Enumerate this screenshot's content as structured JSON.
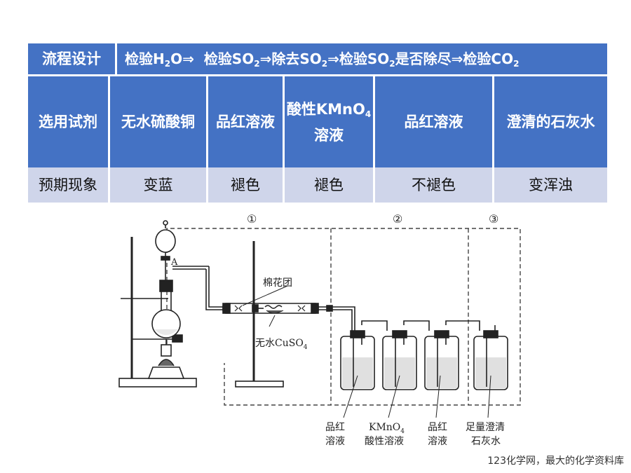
{
  "table": {
    "row1": {
      "header": "流程设计",
      "flow": {
        "s1": "检验H",
        "s1_sub": "2",
        "s1_tail": "O⇒",
        "s2": "检验SO",
        "s2_sub": "2",
        "s2_tail": "⇒除去SO",
        "s3_sub": "2",
        "s3_tail": "⇒检验SO",
        "s4_sub": "2",
        "s4_tail": "是否除尽⇒检验CO",
        "s5_sub": "2"
      }
    },
    "row2": {
      "header": "选用试剂",
      "c1": "无水硫酸铜",
      "c2": "品红溶液",
      "c3_line1": "酸性KMnO",
      "c3_sub": "4",
      "c3_line2": "溶液",
      "c4": "品红溶液",
      "c5": "澄清的石灰水"
    },
    "row3": {
      "header": "预期现象",
      "c1": "变蓝",
      "c2": "褪色",
      "c3": "褪色",
      "c4": "不褪色",
      "c5": "变浑浊"
    }
  },
  "apparatus": {
    "circle_1": "①",
    "circle_2": "②",
    "circle_3": "③",
    "label_A": "A",
    "cotton": "棉花团",
    "cuso4": "无水CuSO",
    "cuso4_sub": "4",
    "bottle1_l1": "品红",
    "bottle1_l2": "溶液",
    "bottle2_l1": "KMnO",
    "bottle2_sub": "4",
    "bottle2_l2": "酸性溶液",
    "bottle3_l1": "品红",
    "bottle3_l2": "溶液",
    "bottle4_l1": "足量澄清",
    "bottle4_l2": "石灰水"
  },
  "footer": "123化学网，最大的化学资料库",
  "colors": {
    "header_blue": "#4472c4",
    "row_light": "#cfd5ea"
  }
}
